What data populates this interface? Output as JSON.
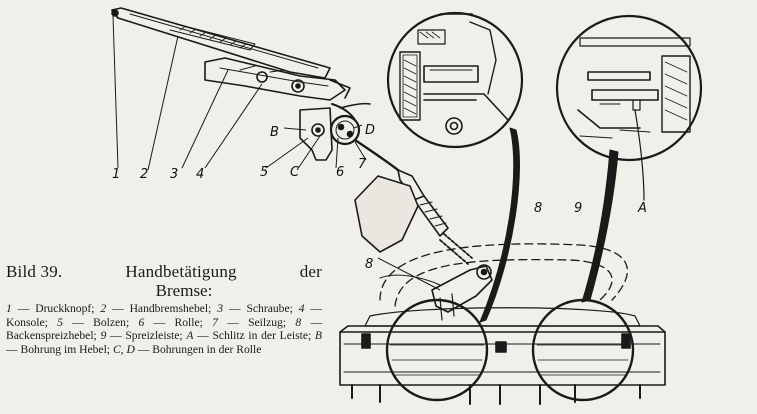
{
  "figure": {
    "number_label": "Bild 39.",
    "title_part1": "Handbetätigung",
    "title_part2": "der",
    "title_line2": "Bremse:"
  },
  "legend": [
    {
      "key": "1",
      "text": "Druckknopf;"
    },
    {
      "key": "2",
      "text": "Handbremshebel;"
    },
    {
      "key": "3",
      "text": "Schraube;"
    },
    {
      "key": "4",
      "text": "Konsole;"
    },
    {
      "key": "5",
      "text": "Bolzen;"
    },
    {
      "key": "6",
      "text": "Rolle;"
    },
    {
      "key": "7",
      "text": "Seilzug;"
    },
    {
      "key": "8",
      "text": "Backenspreizhebel;"
    },
    {
      "key": "9",
      "text": "Spreizleiste;"
    },
    {
      "key": "A",
      "text": "Schlitz in der Leiste;"
    },
    {
      "key": "B",
      "text": "Bohrung im Hebel;"
    },
    {
      "key": "C, D",
      "text": "Bohrungen in der Rolle"
    }
  ],
  "callouts": [
    "1",
    "2",
    "3",
    "4",
    "5",
    "C",
    "6",
    "7",
    "B",
    "D",
    "8",
    "9",
    "A"
  ],
  "colors": {
    "ink": "#1a1a1a",
    "paper": "#f1efea"
  }
}
